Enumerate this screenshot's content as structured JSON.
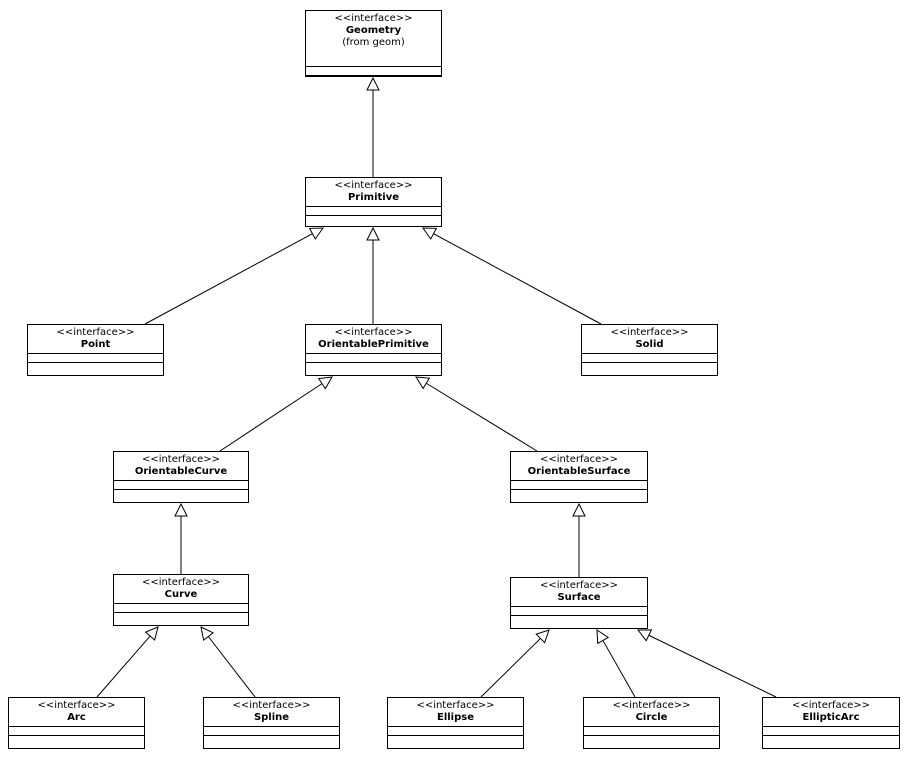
{
  "diagram": {
    "classes": [
      {
        "id": "geometry",
        "stereotype": "<<interface>>",
        "name": "Geometry",
        "note": "(from geom)"
      },
      {
        "id": "primitive",
        "stereotype": "<<interface>>",
        "name": "Primitive"
      },
      {
        "id": "point",
        "stereotype": "<<interface>>",
        "name": "Point"
      },
      {
        "id": "orientable-primitive",
        "stereotype": "<<interface>>",
        "name": "OrientablePrimitive"
      },
      {
        "id": "solid",
        "stereotype": "<<interface>>",
        "name": "Solid"
      },
      {
        "id": "orientable-curve",
        "stereotype": "<<interface>>",
        "name": "OrientableCurve"
      },
      {
        "id": "orientable-surface",
        "stereotype": "<<interface>>",
        "name": "OrientableSurface"
      },
      {
        "id": "curve",
        "stereotype": "<<interface>>",
        "name": "Curve"
      },
      {
        "id": "surface",
        "stereotype": "<<interface>>",
        "name": "Surface"
      },
      {
        "id": "arc",
        "stereotype": "<<interface>>",
        "name": "Arc"
      },
      {
        "id": "spline",
        "stereotype": "<<interface>>",
        "name": "Spline"
      },
      {
        "id": "ellipse",
        "stereotype": "<<interface>>",
        "name": "Ellipse"
      },
      {
        "id": "circle",
        "stereotype": "<<interface>>",
        "name": "Circle"
      },
      {
        "id": "elliptic-arc",
        "stereotype": "<<interface>>",
        "name": "EllipticArc"
      }
    ],
    "generalizations": [
      {
        "child": "primitive",
        "parent": "geometry"
      },
      {
        "child": "point",
        "parent": "primitive"
      },
      {
        "child": "orientable-primitive",
        "parent": "primitive"
      },
      {
        "child": "solid",
        "parent": "primitive"
      },
      {
        "child": "orientable-curve",
        "parent": "orientable-primitive"
      },
      {
        "child": "orientable-surface",
        "parent": "orientable-primitive"
      },
      {
        "child": "curve",
        "parent": "orientable-curve"
      },
      {
        "child": "surface",
        "parent": "orientable-surface"
      },
      {
        "child": "arc",
        "parent": "curve"
      },
      {
        "child": "spline",
        "parent": "curve"
      },
      {
        "child": "ellipse",
        "parent": "surface"
      },
      {
        "child": "circle",
        "parent": "surface"
      },
      {
        "child": "elliptic-arc",
        "parent": "surface"
      }
    ]
  }
}
